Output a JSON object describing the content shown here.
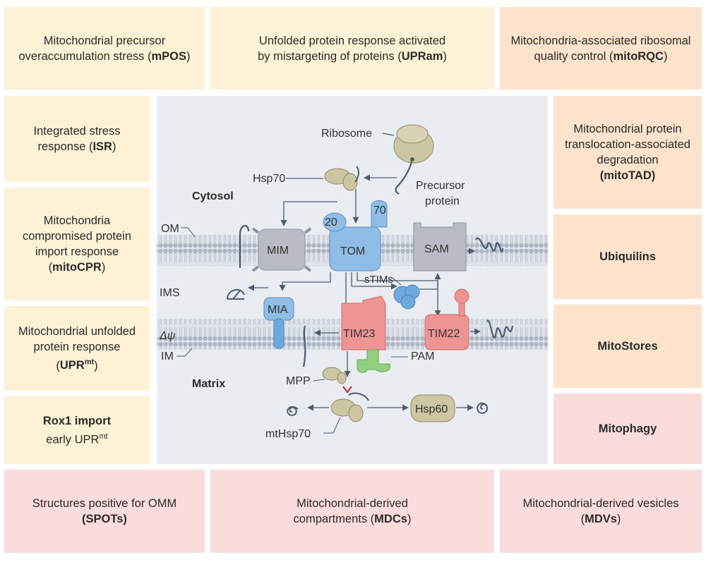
{
  "boxes": {
    "mpos": {
      "pre": "Mitochondrial precursor overaccumulation stress (",
      "abbr": "mPOS",
      "post": ")"
    },
    "upram": {
      "pre": "Unfolded protein response activated by mistargeting of proteins (",
      "abbr": "UPRam",
      "post": ")"
    },
    "mitorqc": {
      "pre": "Mitochondria-associated ribosomal quality control (",
      "abbr": "mitoRQC",
      "post": ")"
    },
    "isr": {
      "pre": "Integrated stress response (",
      "abbr": "ISR",
      "post": ")"
    },
    "mitocpr": {
      "pre": "Mitochondria compromised protein import response (",
      "abbr": "mitoCPR",
      "post": ")"
    },
    "uprmt": {
      "pre": "Mitochondrial unfolded protein response (",
      "abbr": "UPR",
      "sup": "mt",
      "post": ")"
    },
    "rox1": {
      "title": "Rox1 import",
      "sub": "early UPR",
      "sup": "mt"
    },
    "mitotad": {
      "pre": "Mitochondrial protein translocation-associated degradation",
      "abbr": "(mitoTAD)"
    },
    "ubiquilins": {
      "title": "Ubiquilins"
    },
    "mitostores": {
      "title": "MitoStores"
    },
    "mitophagy": {
      "title": "Mitophagy"
    },
    "spots": {
      "pre": "Structures positive for OMM",
      "abbr": "(SPOTs)"
    },
    "mdcs": {
      "pre": "Mitochondrial-derived compartments (",
      "abbr": "MDCs",
      "post": ")"
    },
    "mdvs": {
      "pre": "Mitochondrial-derived vesicles (",
      "abbr": "MDVs",
      "post": ")"
    }
  },
  "diagram": {
    "ribosome": "Ribosome",
    "hsp70": "Hsp70",
    "precursor_line1": "Precursor",
    "precursor_line2": "protein",
    "cytosol": "Cytosol",
    "om": "OM",
    "ims": "IMS",
    "dpsi": "Δψ",
    "im": "IM",
    "matrix": "Matrix",
    "mim": "MIM",
    "tom": "TOM",
    "tom20": "20",
    "tom70": "70",
    "sam": "SAM",
    "stims": "sTIMs",
    "mia": "MIA",
    "tim23": "TIM23",
    "tim22": "TIM22",
    "pam": "PAM",
    "mpp": "MPP",
    "hsp60": "Hsp60",
    "mthsp70": "mtHsp70"
  },
  "colors": {
    "panel": "#e9ecf1",
    "membrane": "#bfc6d1",
    "tom": "#8fbde6",
    "tim": "#ef9494",
    "grey": "#b9bcc4",
    "olive": "#cdc6a3",
    "pam": "#92cf7f"
  }
}
